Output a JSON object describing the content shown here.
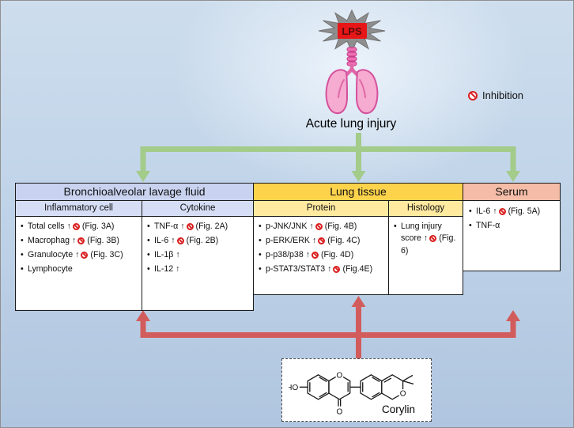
{
  "lps": {
    "label": "LPS"
  },
  "title": "Acute lung injury",
  "legend": {
    "label": "Inhibition"
  },
  "balf": {
    "title": "Bronchioalveolar lavage fluid",
    "inflammatory": {
      "header": "Inflammatory cell",
      "items": [
        {
          "label": "Total cells",
          "arrow": "↑",
          "inhibited": true,
          "fig": "(Fig. 3A)"
        },
        {
          "label": "Macrophag",
          "arrow": "↑",
          "inhibited": true,
          "fig": "(Fig. 3B)"
        },
        {
          "label": "Granulocyte",
          "arrow": "↑",
          "inhibited": true,
          "fig": "(Fig. 3C)"
        },
        {
          "label": "Lymphocyte"
        }
      ]
    },
    "cytokine": {
      "header": "Cytokine",
      "items": [
        {
          "label": "TNF-α",
          "arrow": "↑",
          "inhibited": true,
          "fig": "(Fig. 2A)"
        },
        {
          "label": "IL-6",
          "arrow": "↑",
          "inhibited": true,
          "fig": "(Fig. 2B)"
        },
        {
          "label": "IL-1β",
          "arrow": "↑"
        },
        {
          "label": "IL-12",
          "arrow": "↑"
        }
      ]
    }
  },
  "lung_tissue": {
    "title": "Lung tissue",
    "protein": {
      "header": "Protein",
      "items": [
        {
          "label": "p-JNK/JNK",
          "arrow": "↑",
          "inhibited": true,
          "fig": "(Fig. 4B)"
        },
        {
          "label": "p-ERK/ERK",
          "arrow": "↑",
          "inhibited": true,
          "fig": "(Fig. 4C)"
        },
        {
          "label": "p-p38/p38",
          "arrow": "↑",
          "inhibited": true,
          "fig": "(Fig. 4D)"
        },
        {
          "label": "p-STAT3/STAT3",
          "arrow": "↑",
          "inhibited": true,
          "fig": "(Fig.4E)"
        }
      ]
    },
    "histology": {
      "header": "Histology",
      "items": [
        {
          "label": "Lung injury score",
          "arrow": "↑",
          "inhibited": true,
          "fig": "(Fig. 6)"
        }
      ]
    }
  },
  "serum": {
    "title": "Serum",
    "items": [
      {
        "label": "IL-6",
        "arrow": "↑",
        "inhibited": true,
        "fig": "(Fig. 5A)"
      },
      {
        "label": "TNF-α"
      }
    ]
  },
  "corylin": {
    "label": "Corylin",
    "ho_label": "HO",
    "o_label": "O"
  },
  "colors": {
    "background_blue": "#bfd3e8",
    "balf_header": "#c9d3f0",
    "lung_tissue_header": "#fdd34c",
    "serum_header": "#f5bda7",
    "green_arrow": "#a3cb8a",
    "red_arrow": "#d25c5c",
    "inhibition_red": "#da1f1f",
    "lps_red": "#e81717",
    "lung_pink": "#f6abd0"
  }
}
